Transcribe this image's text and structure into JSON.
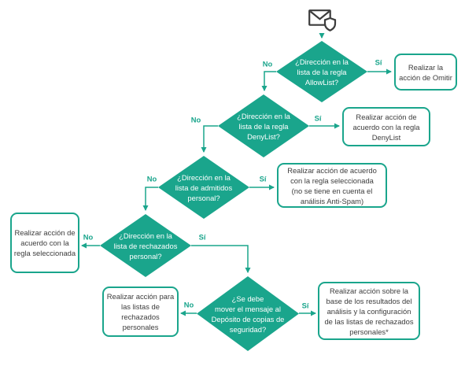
{
  "colors": {
    "accent": "#1AA58C",
    "text": "#3C3C3C",
    "icon": "#3C3C3C",
    "background": "#FFFFFF",
    "diamond_text": "#FFFFFF"
  },
  "icons": {
    "start": "email-shield-icon"
  },
  "nodes": {
    "d_allowlist": "¿Dirección en la\nlista de la regla\nAllowList?",
    "d_denylist": "¿Dirección en la\nlista de la regla\nDenyList?",
    "d_admitidos": "¿Dirección en la\nlista de admitidos\npersonal?",
    "d_rechazados": "¿Dirección en la\nlista de rechazados\npersonal?",
    "d_backup": "¿Se debe\nmover el mensaje al\nDepósito de copias de\nseguridad?",
    "a_omitir": "Realizar la\nacción de Omitir",
    "a_denylist": "Realizar acción de\nacuerdo con la regla\nDenyList",
    "a_seleccionada_antispam": "Realizar acción de acuerdo\ncon la regla seleccionada\n(no se tiene en cuenta el\nanálisis Anti-Spam)",
    "a_seleccionada": "Realizar acción de\nacuerdo con la\nregla seleccionada",
    "a_listas_rechazados": "Realizar acción para\nlas listas de\nrechazados\npersonales",
    "a_resultados": "Realizar acción sobre la\nbase de los resultados del\nanálisis y la configuración\nde las listas de rechazados\npersonales*"
  },
  "edge_labels": {
    "d1_yes": "Sí",
    "d1_no": "No",
    "d2_yes": "Sí",
    "d2_no": "No",
    "d3_yes": "Sí",
    "d3_no": "No",
    "d4_yes": "Sí",
    "d4_no": "No",
    "d5_yes": "Sí",
    "d5_no": "No"
  }
}
